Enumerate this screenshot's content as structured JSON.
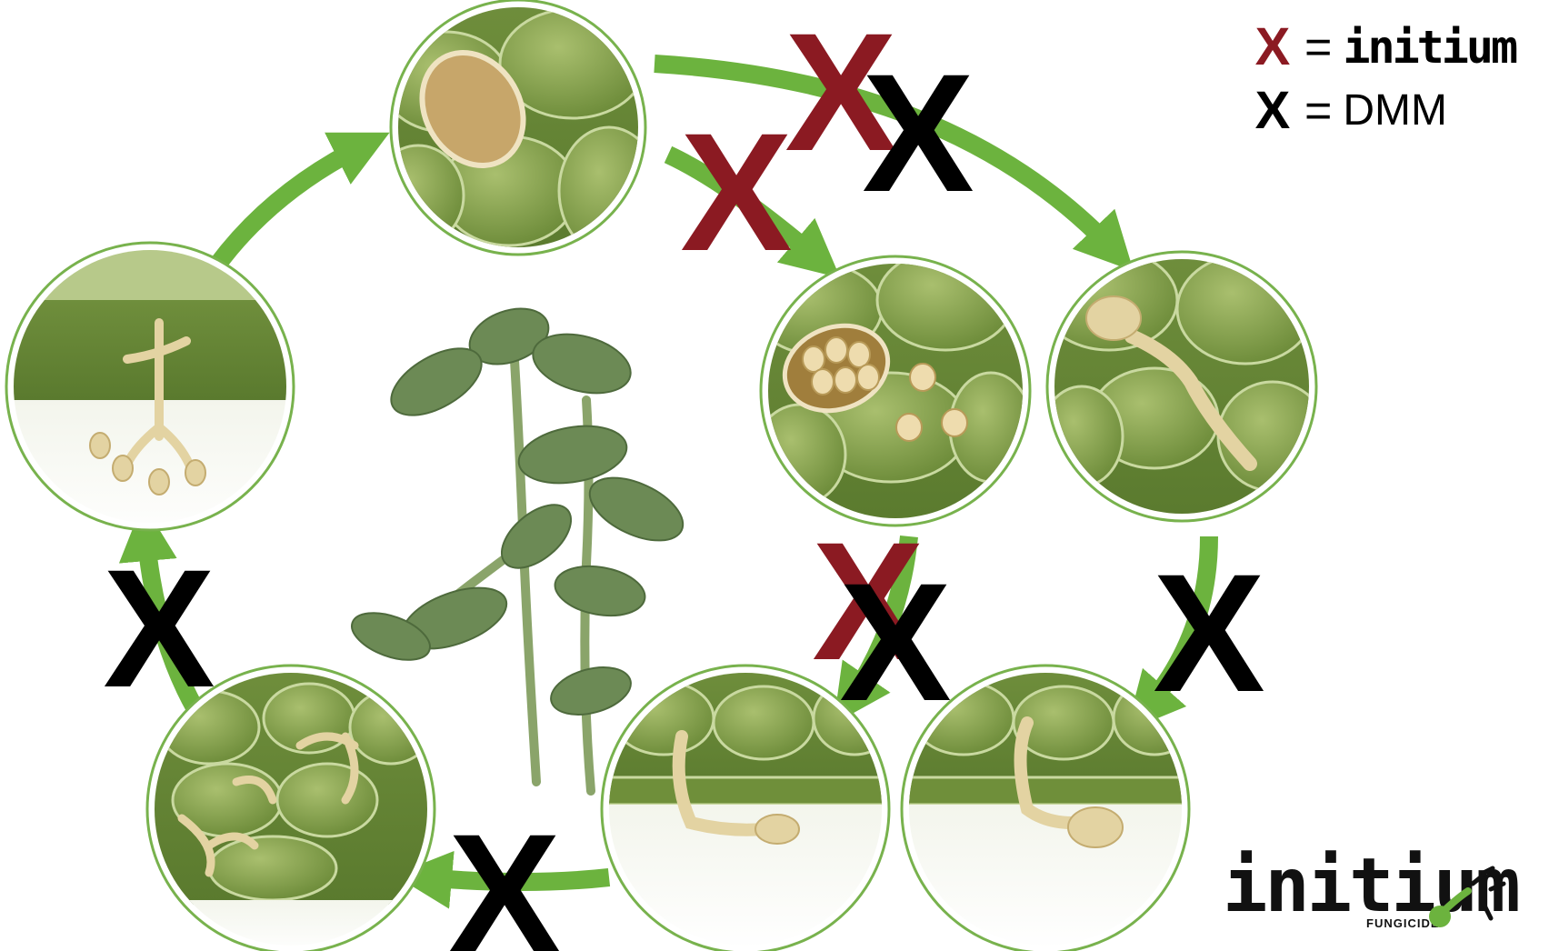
{
  "legend": [
    {
      "mark": "X",
      "color": "#8b1a22",
      "equals": "=",
      "label": "initium",
      "style": "logo"
    },
    {
      "mark": "X",
      "color": "#000000",
      "equals": "=",
      "label": "DMM",
      "style": "text"
    }
  ],
  "logo": {
    "word": "initium",
    "sub": "FUNGICIDE"
  },
  "colors": {
    "arrow": "#6cb33e",
    "cell": "#7c9a45",
    "hypha": "#e6d6a6",
    "initium_x": "#8b1a22",
    "dmm_x": "#000000"
  },
  "stages": [
    {
      "id": "sporangium-on-leaf"
    },
    {
      "id": "sporangium-releasing-zoospores"
    },
    {
      "id": "sporangium-germ-tube"
    },
    {
      "id": "direct-penetration"
    },
    {
      "id": "indirect-penetration"
    },
    {
      "id": "mycelium-colonization"
    },
    {
      "id": "sporulation"
    }
  ],
  "blocks": [
    {
      "mark": "X",
      "kind": "initium"
    },
    {
      "mark": "X",
      "kind": "initium"
    },
    {
      "mark": "X",
      "kind": "dmm"
    },
    {
      "mark": "X",
      "kind": "initium"
    },
    {
      "mark": "X",
      "kind": "dmm"
    },
    {
      "mark": "X",
      "kind": "dmm"
    },
    {
      "mark": "X",
      "kind": "dmm"
    },
    {
      "mark": "X",
      "kind": "dmm"
    }
  ]
}
